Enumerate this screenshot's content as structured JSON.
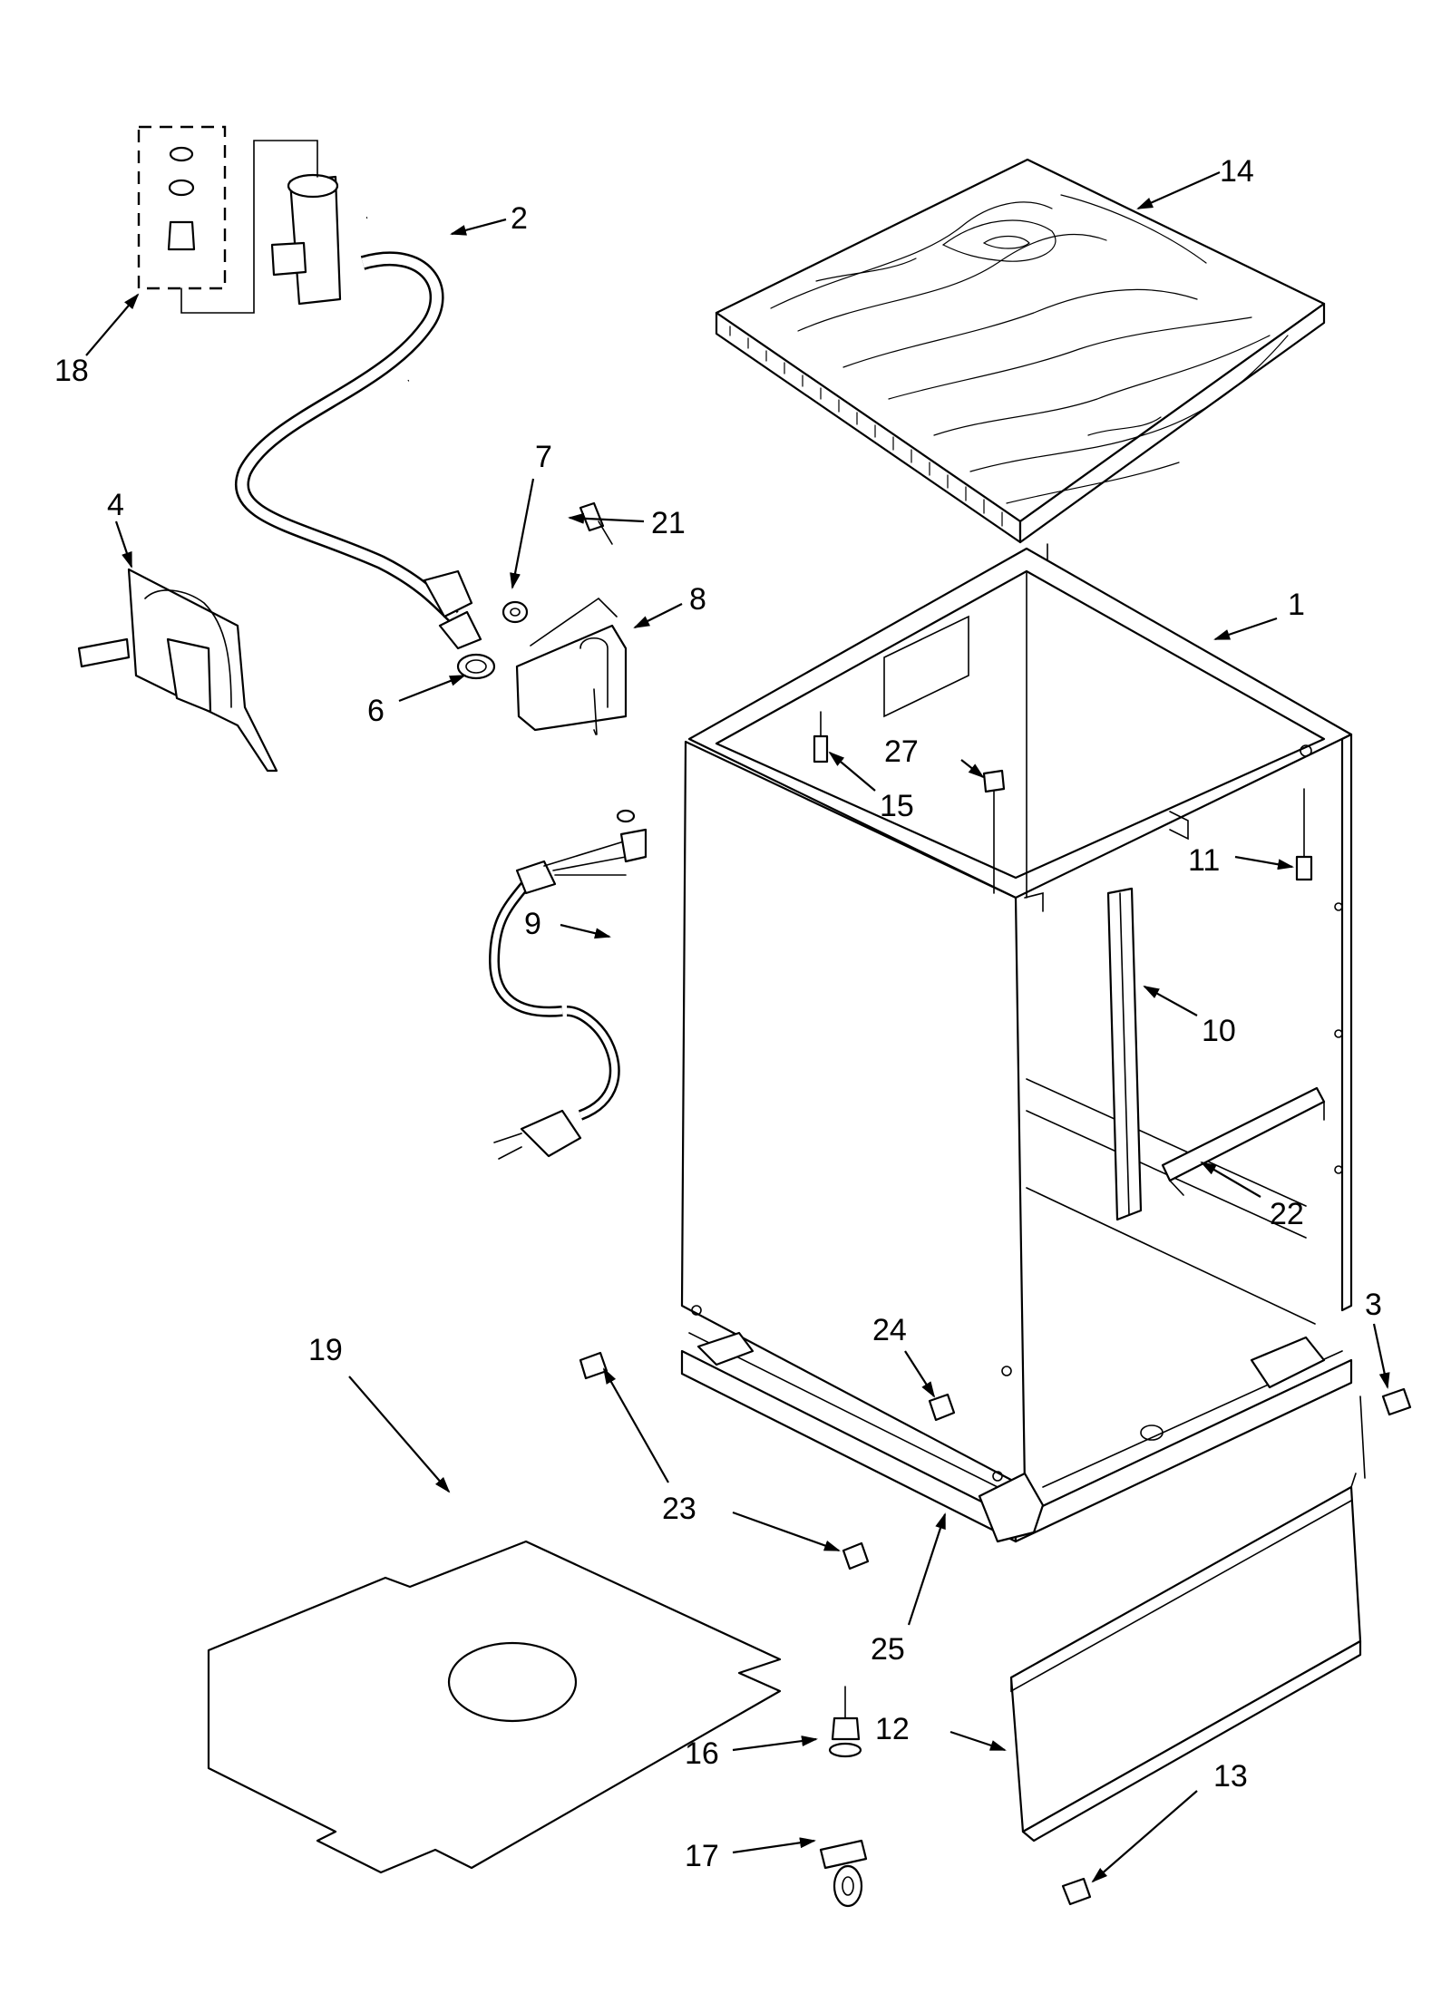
{
  "callouts": [
    {
      "id": "c1",
      "text": "1"
    },
    {
      "id": "c2",
      "text": "2"
    },
    {
      "id": "c3",
      "text": "3"
    },
    {
      "id": "c4",
      "text": "4"
    },
    {
      "id": "c6",
      "text": "6"
    },
    {
      "id": "c7",
      "text": "7"
    },
    {
      "id": "c8",
      "text": "8"
    },
    {
      "id": "c9",
      "text": "9"
    },
    {
      "id": "c10",
      "text": "10"
    },
    {
      "id": "c11",
      "text": "11"
    },
    {
      "id": "c12",
      "text": "12"
    },
    {
      "id": "c13",
      "text": "13"
    },
    {
      "id": "c14",
      "text": "14"
    },
    {
      "id": "c15",
      "text": "15"
    },
    {
      "id": "c16",
      "text": "16"
    },
    {
      "id": "c17",
      "text": "17"
    },
    {
      "id": "c18",
      "text": "18"
    },
    {
      "id": "c19",
      "text": "19"
    },
    {
      "id": "c21",
      "text": "21"
    },
    {
      "id": "c22",
      "text": "22"
    },
    {
      "id": "c23a",
      "text": "23"
    },
    {
      "id": "c24",
      "text": "24"
    },
    {
      "id": "c25",
      "text": "25"
    },
    {
      "id": "c27",
      "text": "27"
    }
  ],
  "colors": {
    "line": "#000000",
    "background": "#ffffff"
  }
}
